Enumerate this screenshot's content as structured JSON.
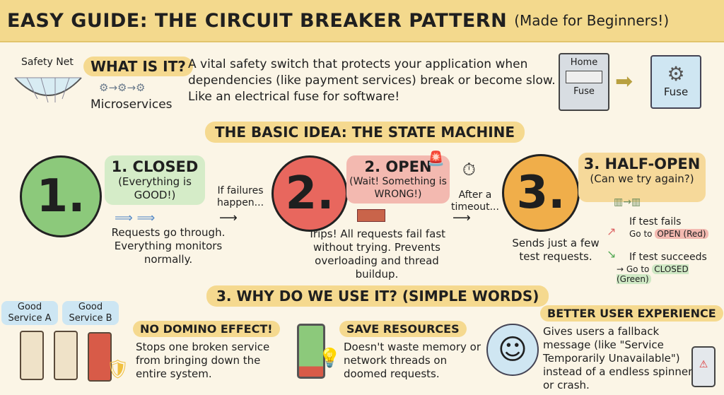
{
  "header": {
    "title": "EASY GUIDE: THE CIRCUIT BREAKER PATTERN",
    "subtitle": "(Made for Beginners!)"
  },
  "intro": {
    "safety_net": "Safety Net",
    "microservices": "Microservices",
    "heading": "WHAT IS IT?",
    "text": "A vital safety switch that protects your application when dependencies (like payment services) break or become slow. Like an electrical fuse for software!",
    "fuse_box_top": "Home",
    "fuse_box_bottom": "Fuse",
    "fuse_label": "Fuse"
  },
  "state_machine": {
    "heading": "THE BASIC IDEA: THE STATE MACHINE",
    "states": [
      {
        "number": "1.",
        "title": "1. CLOSED",
        "subtitle": "(Everything is GOOD!)",
        "desc": "Requests go through. Everything monitors normally.",
        "color": "#8cc97b"
      },
      {
        "number": "2.",
        "title": "2. OPEN",
        "subtitle": "(Wait! Something is WRONG!)",
        "desc": "Trips! All requests fail fast without trying. Prevents overloading and thread buildup.",
        "color": "#e8675e"
      },
      {
        "number": "3.",
        "title": "3. HALF-OPEN",
        "subtitle": "(Can we try again?)",
        "desc": "Sends just a few test requests.",
        "color": "#f0ae4a"
      }
    ],
    "transition_1": "If failures happen...",
    "transition_2": "After a timeout...",
    "fail_label": "If test fails",
    "fail_target_prefix": "Go to",
    "fail_target": "OPEN (Red)",
    "success_label": "If test succeeds",
    "success_target_prefix": "→ Go to",
    "success_target": "CLOSED (Green)"
  },
  "why": {
    "heading": "3. WHY DO WE USE IT? (SIMPLE WORDS)",
    "service_a": "Good Service A",
    "service_b": "Good Service B",
    "reasons": [
      {
        "title": "NO DOMINO EFFECT!",
        "text": "Stops one broken service from bringing down the entire system."
      },
      {
        "title": "SAVE RESOURCES",
        "text": "Doesn't waste memory or network threads on doomed requests."
      },
      {
        "title": "BETTER USER EXPERIENCE",
        "text": "Gives users a fallback message (like \"Service Temporarily Unavailable\") instead of a endless spinner or crash."
      }
    ]
  }
}
